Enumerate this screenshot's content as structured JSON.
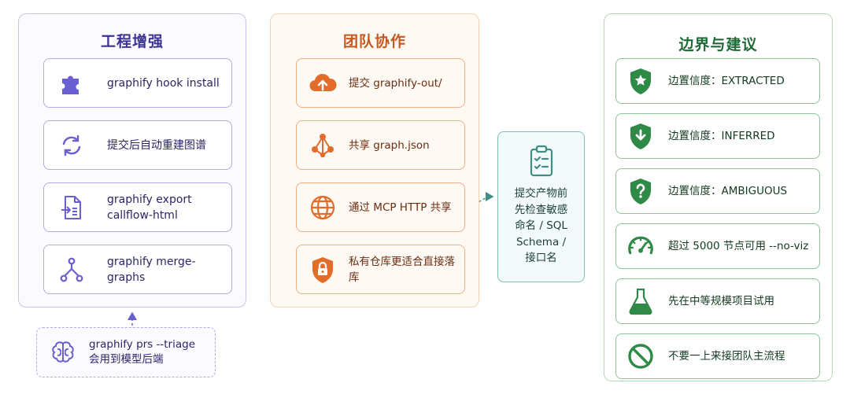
{
  "engineering": {
    "title": "工程增强",
    "items": [
      {
        "label": "graphify hook install",
        "icon": "puzzle-icon"
      },
      {
        "label": "提交后自动重建图谱",
        "icon": "refresh-icon"
      },
      {
        "label": "graphify export\ncallflow-html",
        "icon": "export-file-icon"
      },
      {
        "label": "graphify merge-graphs",
        "icon": "merge-icon"
      }
    ]
  },
  "collaboration": {
    "title": "团队协作",
    "items": [
      {
        "label": "提交 graphify-out/",
        "icon": "cloud-upload-icon"
      },
      {
        "label": "共享 graph.json",
        "icon": "share-graph-icon"
      },
      {
        "label": "通过 MCP HTTP 共享",
        "icon": "globe-icon"
      },
      {
        "label": "私有仓库更适合直接落库",
        "icon": "lock-shield-icon"
      }
    ]
  },
  "review": {
    "label": "提交产物前\n先检查敏感\n命名 / SQL\nSchema /\n接口名",
    "icon": "clipboard-check-icon"
  },
  "boundaries": {
    "title": "边界与建议",
    "items": [
      {
        "label": "边置信度：EXTRACTED",
        "icon": "shield-star-icon"
      },
      {
        "label": "边置信度：INFERRED",
        "icon": "shield-arrow-icon"
      },
      {
        "label": "边置信度：AMBIGUOUS",
        "icon": "shield-question-icon"
      },
      {
        "label": "超过 5000 节点可用 --no-viz",
        "icon": "gauge-icon"
      },
      {
        "label": "先在中等规模项目试用",
        "icon": "flask-icon"
      },
      {
        "label": "不要一上来接团队主流程",
        "icon": "prohibited-icon"
      }
    ]
  },
  "triage": {
    "label": "graphify prs --triage\n会用到模型后端",
    "icon": "brain-icon"
  },
  "colors": {
    "purple": "#6a5fd0",
    "orange": "#e26d2b",
    "teal": "#3e8e87",
    "green": "#2f8a47"
  }
}
